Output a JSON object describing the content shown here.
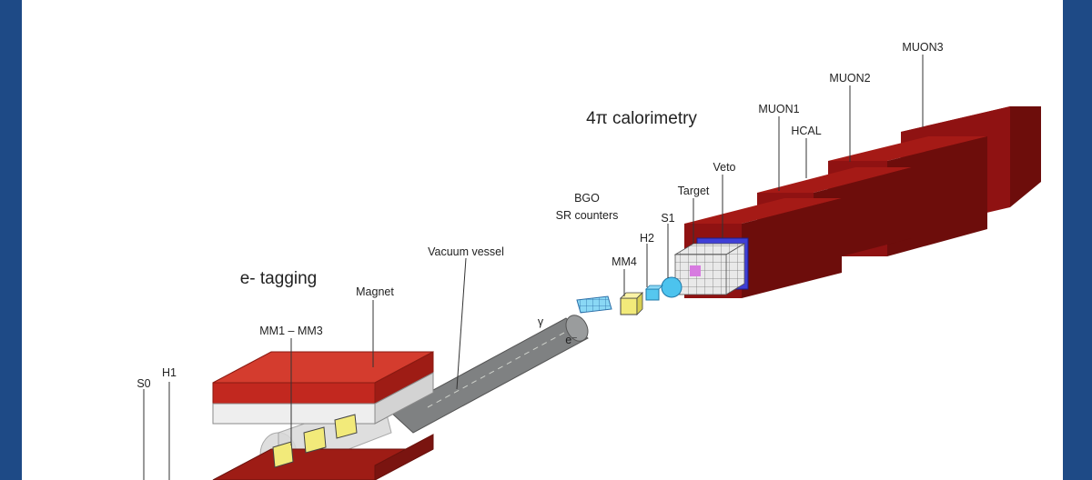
{
  "labels": {
    "calorimetry": "4π calorimetry",
    "e_tagging": "e- tagging",
    "muon3": "MUON3",
    "muon2": "MUON2",
    "muon1": "MUON1",
    "hcal": "HCAL",
    "veto": "Veto",
    "target": "Target",
    "bgo_line1": "BGO",
    "bgo_line2": "SR counters",
    "s1": "S1",
    "h2": "H2",
    "mm4": "MM4",
    "vacuum_vessel": "Vacuum vessel",
    "magnet": "Magnet",
    "mm1_mm3": "MM1 – MM3",
    "s0": "S0",
    "h1": "H1",
    "gamma": "γ",
    "electron": "e⁻"
  },
  "colors": {
    "frame": "#1e4a86",
    "hcal_red": "#8f1212",
    "magnet_red": "#d43c2e",
    "ecal_grid": "#9a9a9a",
    "veto_blue": "#3f3fd6",
    "vessel_grey": "#7f8182",
    "module_yellow": "#f2ea7a",
    "counter_cyan": "#56c7ef"
  }
}
